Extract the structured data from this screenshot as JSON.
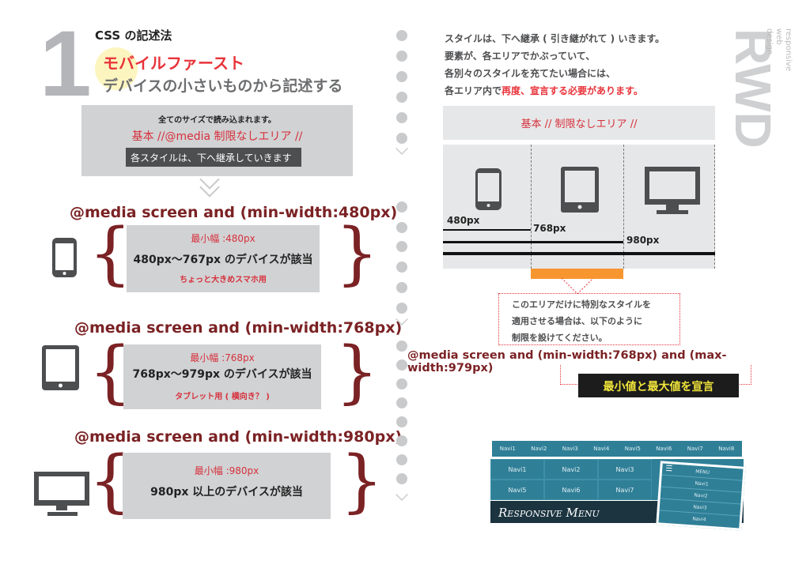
{
  "left": {
    "number": "1",
    "title": "CSS の記述法",
    "headline": "モバイルファースト",
    "subheadline": "デバイスの小さいものから記述する",
    "base_box": {
      "note": "全てのサイズで読み込まれます。",
      "label": "基本 //@media 制限なしエリア //",
      "inherit": "各スタイルは、下へ継承していきます"
    },
    "queries": [
      {
        "heading": "@media screen and (min-width:480px)",
        "min": "最小幅 :480px",
        "range": "480px〜767px のデバイスが該当",
        "note": "ちょっと大きめスマホ用"
      },
      {
        "heading": "@media screen and (min-width:768px)",
        "min": "最小幅 :768px",
        "range": "768px〜979px のデバイスが該当",
        "note": "タブレット用 ( 横向き？ )"
      },
      {
        "heading": "@media screen and (min-width:980px)",
        "min": "最小幅 :980px",
        "range": "980px 以上のデバイスが該当"
      }
    ]
  },
  "right": {
    "intro": [
      "スタイルは、下へ継承 ( 引き継がれて ) いきます。",
      "要素が、各エリアでかぶっていて、",
      "各別々のスタイルを充てたい場合には、",
      "各エリア内で"
    ],
    "intro_emphasis": "再度、宣言する必要があります。",
    "logo": "RWD",
    "logo_sub": "responsive web design",
    "base_label": "基本 // 制限なしエリア //",
    "breakpoints": [
      "480px",
      "768px",
      "980px"
    ],
    "callout": [
      "このエリアだけに特別なスタイルを",
      "適用させる場合は、以下のように",
      "制限を設けてください。"
    ],
    "range_query": "@media screen and (min-width:768px) and (max-width:979px)",
    "range_label": "最小値と最大値を宣言",
    "menu": {
      "top": [
        "Navi1",
        "Navi2",
        "Navi3",
        "Navi4",
        "Navi5",
        "Navi6",
        "Navi7",
        "Navi8"
      ],
      "grid": [
        "Navi1",
        "Navi2",
        "Navi3",
        "Navi5",
        "Navi6",
        "Navi7"
      ],
      "title": "Responsive Menu",
      "mobile": [
        "MENU",
        "Navi1",
        "Navi2",
        "Navi3",
        "Navi4"
      ]
    }
  },
  "colors": {
    "red": "#d6303b",
    "dark_red": "#7b2224",
    "orange": "#f7962f",
    "gray": "#d1d2d4",
    "teal": "#2f7f97"
  }
}
